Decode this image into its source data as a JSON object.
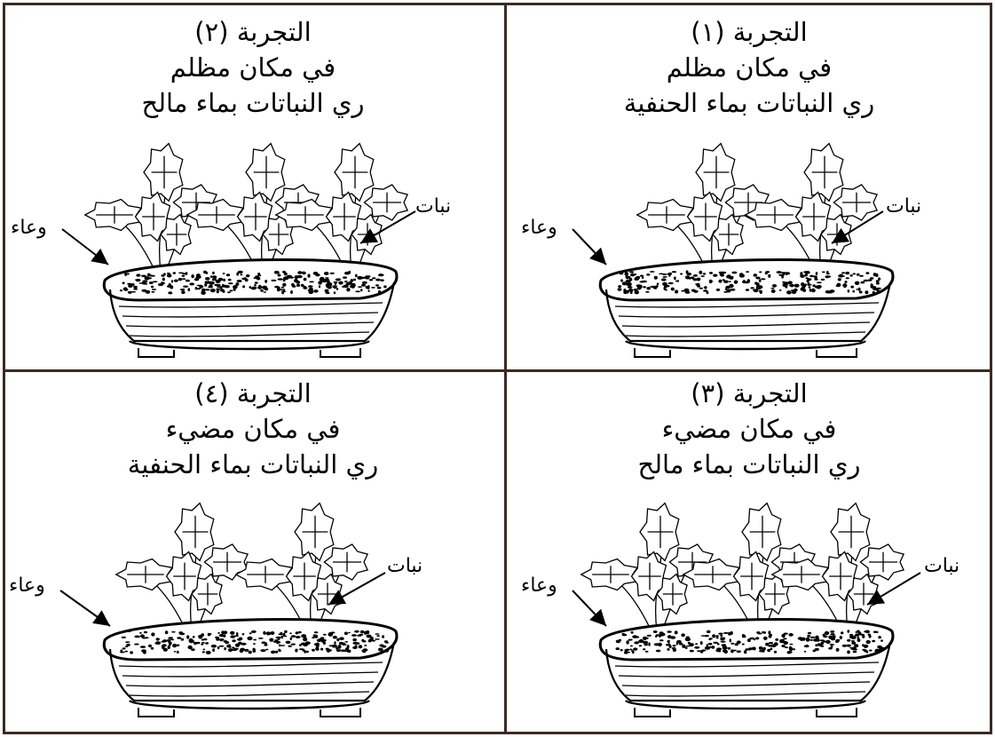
{
  "labels": {
    "container": "وعاء",
    "plant": "نبات"
  },
  "experiments": [
    {
      "title": "التجربة (١)",
      "place": "في مكان مظلم",
      "water": "ري النباتات بماء الحنفية",
      "plant_count": 2
    },
    {
      "title": "التجربة (٢)",
      "place": "في مكان مظلم",
      "water": "ري النباتات بماء مالح",
      "plant_count": 3
    },
    {
      "title": "التجربة (٣)",
      "place": "في مكان مضيء",
      "water": "ري النباتات بماء مالح",
      "plant_count": 3
    },
    {
      "title": "التجربة (٤)",
      "place": "في مكان مضيء",
      "water": "ري النباتات بماء الحنفية",
      "plant_count": 2
    }
  ]
}
